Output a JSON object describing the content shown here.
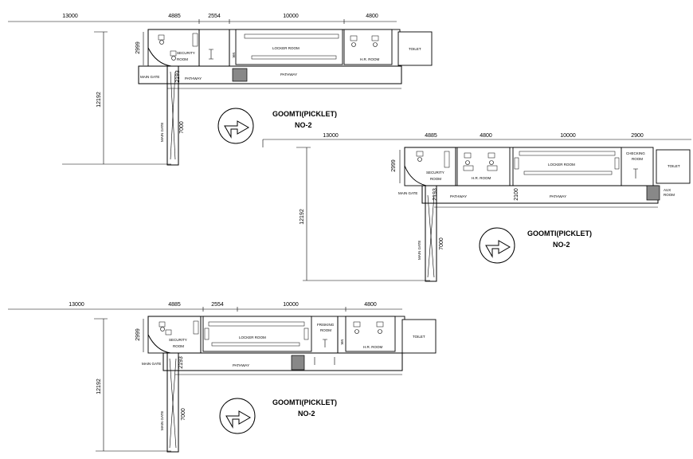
{
  "plans": [
    {
      "dims": {
        "d1": "13000",
        "d2": "4885",
        "d3": "2554",
        "d4": "10000",
        "d5": "4800",
        "vert": "12192",
        "room_h": "2999",
        "gate_w": "2193",
        "gate_len": "7000"
      },
      "rooms": {
        "security": "SECURITY ROOM",
        "locker": "LOCKER ROOM",
        "hr": "H.R. ROOM",
        "toilet": "TOILET",
        "mk": "MK"
      },
      "labels": {
        "main_gate": "MAIN GATE",
        "pathway_a": "PATHWAY",
        "pathway_b": "PATHWAY",
        "main_gate_v": "MAIN GATE"
      },
      "title": {
        "line1": "GOOMTI(PICKLET)",
        "line2": "NO-2"
      }
    },
    {
      "dims": {
        "d1": "13000",
        "d2": "4885",
        "d3": "4800",
        "d4": "10000",
        "d5": "2900",
        "vert": "12192",
        "room_h": "2999",
        "gate_w": "2193",
        "gate_len": "7000",
        "path_w": "2100"
      },
      "rooms": {
        "security": "SECURITY ROOM",
        "locker": "LOCKER ROOM",
        "hr": "H.R. ROOM",
        "toilet": "TOILET",
        "checking": "CHECKING ROOM",
        "aux": "AUX ROOM"
      },
      "labels": {
        "main_gate": "MAIN GATE",
        "pathway_a": "PATHWAY",
        "pathway_b": "PATHWAY",
        "main_gate_v": "MAIN GATE"
      },
      "title": {
        "line1": "GOOMTI(PICKLET)",
        "line2": "NO-2"
      }
    },
    {
      "dims": {
        "d1": "13000",
        "d2": "4885",
        "d3": "2554",
        "d4": "10000",
        "d5": "4800",
        "vert": "12192",
        "room_h": "2999",
        "gate_w": "2193",
        "gate_len": "7000"
      },
      "rooms": {
        "security": "SECURITY ROOM",
        "locker": "LOCKER ROOM",
        "hr": "H.R. ROOM",
        "toilet": "TOILET",
        "frisking": "FRISKING ROOM",
        "mk": "MK"
      },
      "labels": {
        "main_gate": "MAIN GATE",
        "pathway_a": "PATHWAY",
        "main_gate_v": "MAIN GATE"
      },
      "title": {
        "line1": "GOOMTI(PICKLET)",
        "line2": "NO-2"
      }
    }
  ]
}
